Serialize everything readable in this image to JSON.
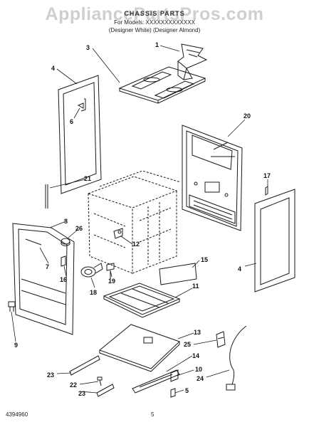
{
  "header": {
    "watermark": "AppliancePartsPros.com",
    "title": "CHASSIS PARTS",
    "line2": "For Models: XXXXXXXXXXXXX",
    "line3": "(Designer White) (Designer Almond)"
  },
  "footer": {
    "part_code": "4394960",
    "page_number": "5"
  },
  "callouts": [
    "1",
    "3",
    "4",
    "6",
    "20",
    "21",
    "17",
    "8",
    "26",
    "7",
    "12",
    "16",
    "15",
    "4",
    "18",
    "19",
    "11",
    "9",
    "13",
    "25",
    "14",
    "23",
    "22",
    "10",
    "24",
    "23",
    "5"
  ],
  "colors": {
    "line": "#1a1a1a",
    "watermark": "#cfcfcf",
    "background": "#ffffff"
  }
}
